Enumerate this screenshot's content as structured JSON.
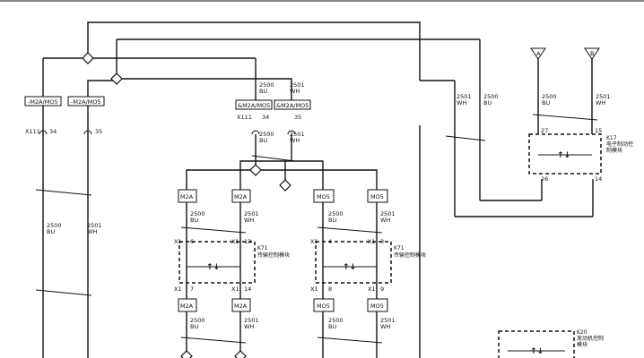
{
  "connectors_upper_left": {
    "a": "-M2A/MO5",
    "b": "-M2A/MO5",
    "x": "X111",
    "pin_a": "34",
    "pin_b": "35"
  },
  "wires_left": {
    "bu_gauge": "2500",
    "bu_color": "BU",
    "wh_gauge": "2501",
    "wh_color": "WH"
  },
  "connectors_upper_mid": {
    "a": "&M2A/MO5",
    "b": "&M2A/MO5",
    "x": "X111",
    "pin_a": "34",
    "pin_b": "35",
    "top_bu_gauge": "2500",
    "top_bu_color": "BU",
    "top_wh_gauge": "2501",
    "top_wh_color": "WH",
    "bot_bu_gauge": "2500",
    "bot_bu_color": "BU",
    "bot_wh_gauge": "2501",
    "bot_wh_color": "WH"
  },
  "m2a_block": {
    "top_a": "M2A",
    "top_b": "M2A",
    "bot_a": "M2A",
    "bot_b": "M2A",
    "bu_gauge": "2500",
    "bu_color": "BU",
    "wh_gauge": "2501",
    "wh_color": "WH",
    "bu_gauge_low": "2500",
    "bu_color_low": "BU",
    "wh_gauge_low": "2501",
    "wh_color_low": "WH",
    "x1_top_a": "X1",
    "pin_top_a": "6",
    "x1_top_b": "X1",
    "pin_top_b": "13",
    "x1_bot_a": "X1",
    "pin_bot_a": "7",
    "x1_bot_b": "X1",
    "pin_bot_b": "14",
    "module_code": "K71",
    "module_name": "传输控制模块"
  },
  "mo5_block": {
    "top_a": "MO5",
    "top_b": "MO5",
    "bot_a": "MO5",
    "bot_b": "MO5",
    "bu_gauge": "2500",
    "bu_color": "BU",
    "wh_gauge": "2501",
    "wh_color": "WH",
    "bu_gauge_low": "2500",
    "bu_color_low": "BU",
    "wh_gauge_low": "2501",
    "wh_color_low": "WH",
    "x1_top_a": "X1",
    "pin_top_a": "4",
    "x1_top_b": "X1",
    "pin_top_b": "3",
    "x1_bot_a": "X1",
    "pin_bot_a": "8",
    "x1_bot_b": "X1",
    "pin_bot_b": "9",
    "module_code": "K71",
    "module_name": "传输控制模块"
  },
  "right_section": {
    "wh_gauge_a": "2501",
    "wh_color_a": "WH",
    "bu_gauge_a": "2500",
    "bu_color_a": "BU",
    "bu_gauge_b": "2500",
    "bu_color_b": "BU",
    "wh_gauge_b": "2501",
    "wh_color_b": "WH",
    "terminal_a": "A",
    "terminal_b": "B",
    "k17_code": "K17",
    "k17_name_1": "电子制动控",
    "k17_name_2": "制模块",
    "pin_27": "27",
    "pin_15": "15",
    "pin_26": "26",
    "pin_14": "14",
    "k20_code": "K20",
    "k20_name_1": "发动机控制",
    "k20_name_2": "模块"
  },
  "symbols": {
    "bidirectional": "↑↓"
  }
}
